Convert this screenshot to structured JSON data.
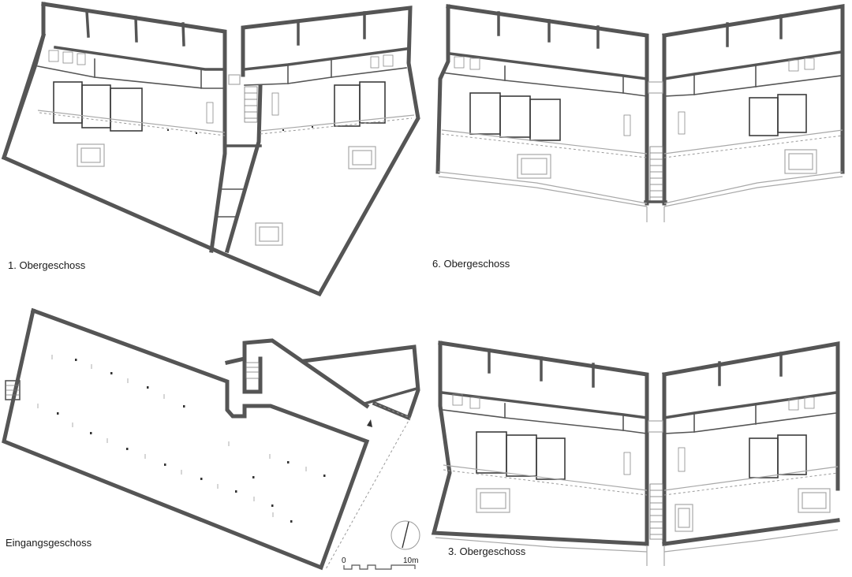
{
  "drawing": {
    "plans": [
      {
        "id": "first_floor",
        "label": "1. Obergeschoss"
      },
      {
        "id": "sixth_floor",
        "label": "6. Obergeschoss"
      },
      {
        "id": "entrance_floor",
        "label": "Eingangsgeschoss"
      },
      {
        "id": "third_floor",
        "label": "3. Obergeschoss"
      }
    ],
    "scale_bar": {
      "start_label": "0",
      "end_label": "10m"
    },
    "north_arrow": {
      "icon": "north-arrow-icon"
    }
  },
  "colors": {
    "wall": "#555555",
    "light_line": "#a8a8a8",
    "text": "#1a1a1a",
    "background": "#ffffff"
  }
}
